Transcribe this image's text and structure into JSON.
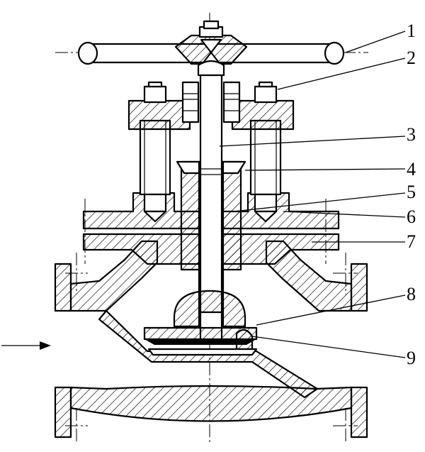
{
  "part_numbers": [
    "1",
    "2",
    "3",
    "4",
    "5",
    "6",
    "7",
    "8",
    "9"
  ],
  "colors": {
    "line": "#000000",
    "background": "#ffffff"
  }
}
